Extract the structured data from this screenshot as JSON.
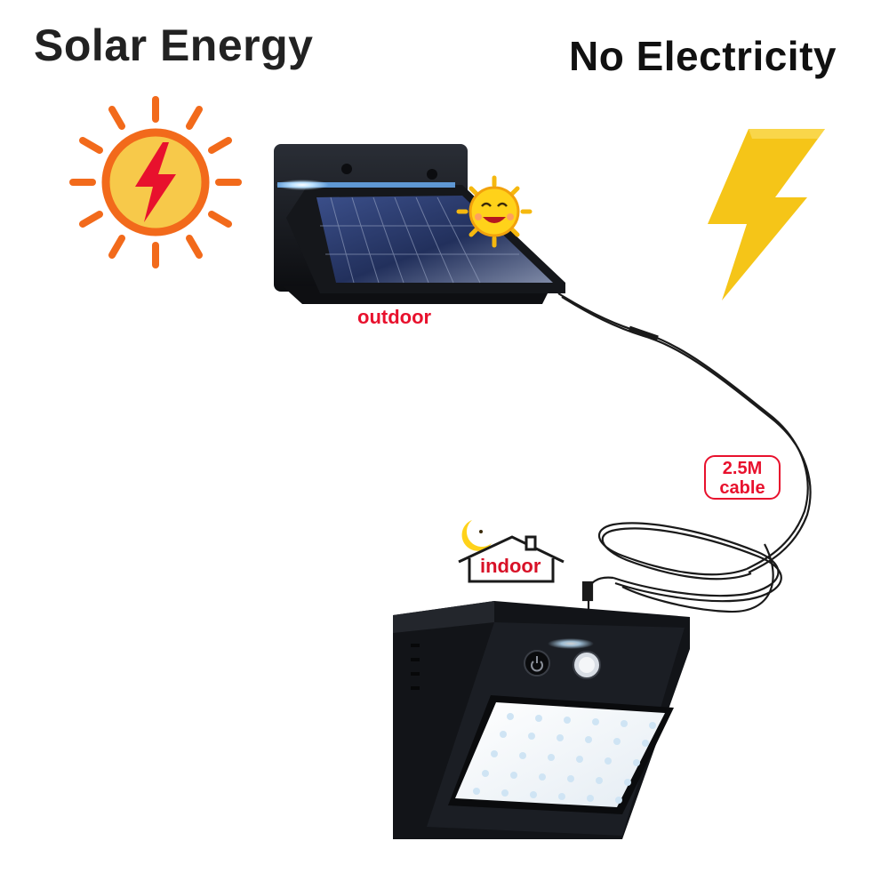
{
  "headings": {
    "solar": "Solar Energy",
    "no_electricity": "No Electricity"
  },
  "labels": {
    "outdoor": "outdoor",
    "indoor": "indoor",
    "cable_line1": "2.5M",
    "cable_line2": "cable"
  },
  "icons": {
    "sun": "sun-with-lightning-icon",
    "bolt": "lightning-bolt-icon",
    "smiley_sun": "smiling-sun-icon",
    "moon": "crescent-moon-icon",
    "house": "house-outline-icon"
  },
  "colors": {
    "sun_orange": "#f26a1b",
    "sun_fill": "#f7c94a",
    "bolt_yellow": "#f5c518",
    "label_red": "#e8112d",
    "device_black": "#14161a",
    "panel_blue": "#2a3a6e"
  },
  "led_grid": {
    "rows": 5,
    "cols": 6
  }
}
